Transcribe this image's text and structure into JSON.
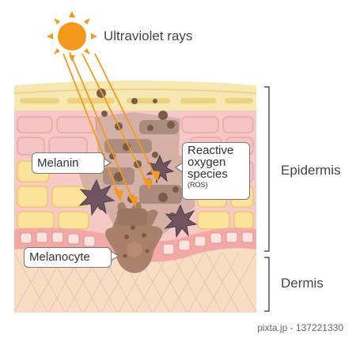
{
  "title": "Ultraviolet rays",
  "labels": {
    "melanin": "Melanin",
    "ros_line1": "Reactive",
    "ros_line2": "oxygen",
    "ros_line3": "species",
    "ros_abbrev": "(ROS)",
    "melanocyte": "Melanocyte",
    "epidermis": "Epidermis",
    "dermis": "Dermis"
  },
  "watermark": "pixta.jp - 137221330",
  "colors": {
    "sun": "#f39a1e",
    "ray": "#f39a1e",
    "stratum_corneum": "#f7e8b3",
    "epidermis_cell_pink": "#f4c3c3",
    "epidermis_cell_yellow": "#fbe29a",
    "basal_layer": "#f2a9a6",
    "dermis": "#f8dcc3",
    "melanin": "#8b6a55",
    "ros": "#6e5561"
  }
}
